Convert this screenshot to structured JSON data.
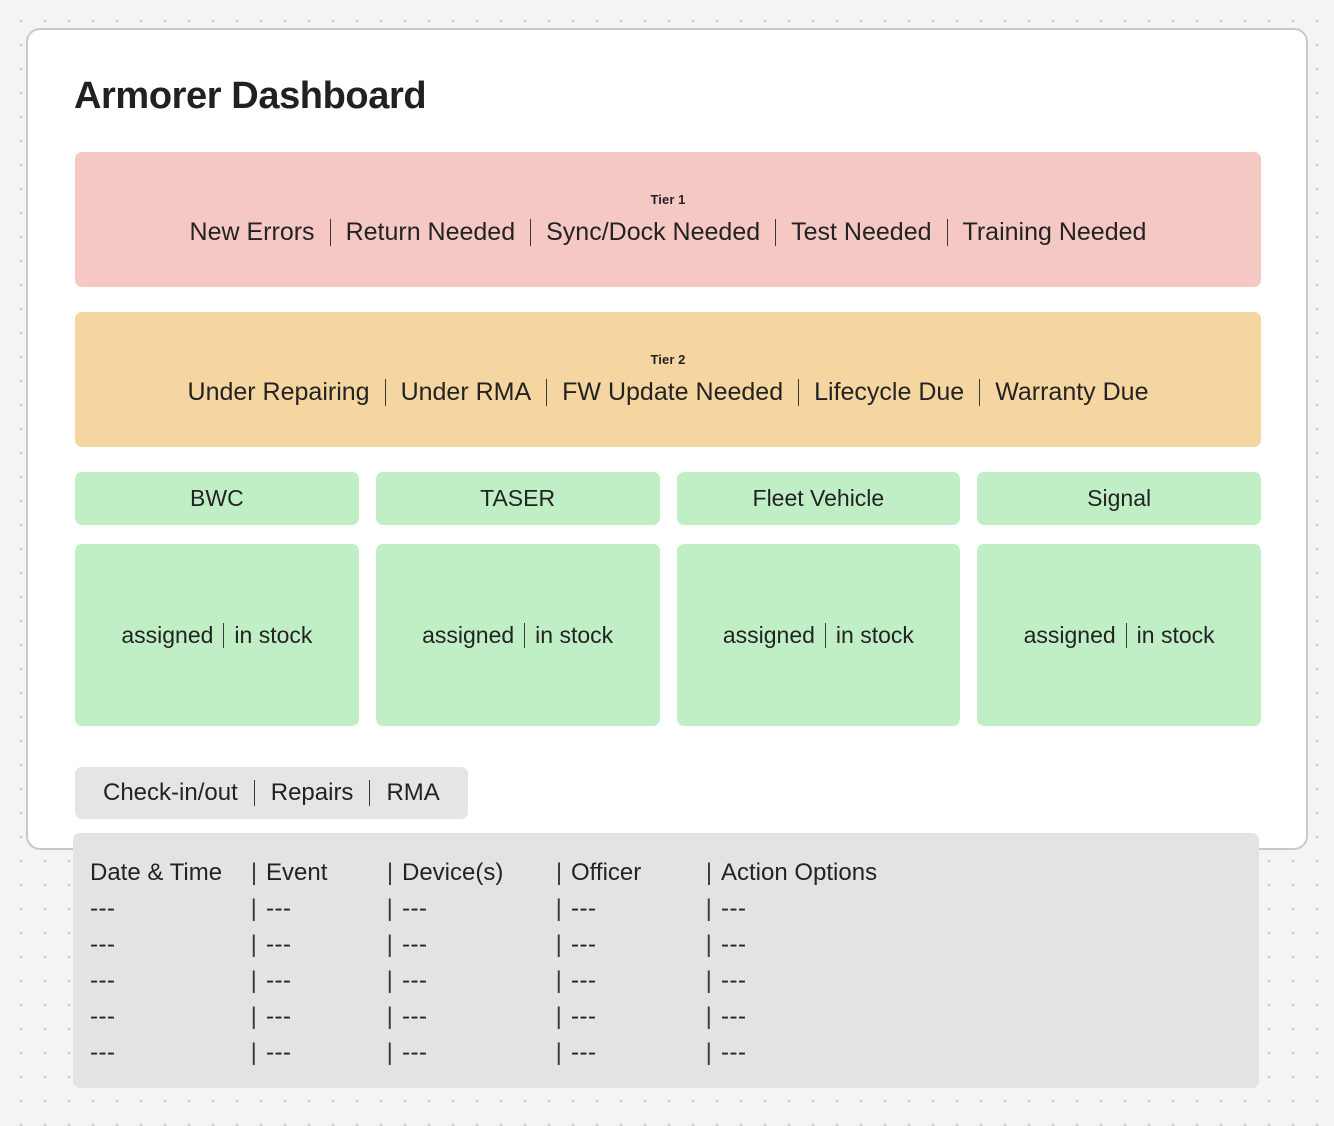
{
  "page": {
    "title": "Armorer Dashboard",
    "background_color": "#f4f4f4",
    "card_color": "#ffffff",
    "card_border_color": "#c9c9c9"
  },
  "tiers": [
    {
      "id": "tier-1",
      "label": "Tier 1",
      "color": "#f5c8c4",
      "items": [
        "New Errors",
        "Return Needed",
        "Sync/Dock Needed",
        "Test Needed",
        "Training Needed"
      ]
    },
    {
      "id": "tier-2",
      "label": "Tier 2",
      "color": "#f5d6a0",
      "items": [
        "Under Repairing",
        "Under RMA",
        "FW Update Needed",
        "Lifecycle Due",
        "Warranty Due"
      ]
    }
  ],
  "categories": {
    "color": "#c0efc5",
    "body_left_label": "assigned",
    "body_right_label": "in stock",
    "items": [
      {
        "name": "BWC",
        "body_left": "assigned",
        "body_right": "in stock"
      },
      {
        "name": "TASER",
        "body_left": "assigned",
        "body_right": "in stock"
      },
      {
        "name": "Fleet Vehicle",
        "body_left": "assigned",
        "body_right": "in stock"
      },
      {
        "name": "Signal",
        "body_left": "assigned",
        "body_right": "in stock"
      }
    ]
  },
  "tabs": {
    "color": "#e5e5e5",
    "items": [
      "Check-in/out",
      "Repairs",
      "RMA"
    ]
  },
  "log_table": {
    "color": "#e3e3e3",
    "columns": [
      "Date & Time",
      "Event",
      "Device(s)",
      "Officer",
      "Action Options"
    ],
    "placeholder": "---",
    "rows": [
      [
        "---",
        "---",
        "---",
        "---",
        "---"
      ],
      [
        "---",
        "---",
        "---",
        "---",
        "---"
      ],
      [
        "---",
        "---",
        "---",
        "---",
        "---"
      ],
      [
        "---",
        "---",
        "---",
        "---",
        "---"
      ],
      [
        "---",
        "---",
        "---",
        "---",
        "---"
      ]
    ]
  }
}
